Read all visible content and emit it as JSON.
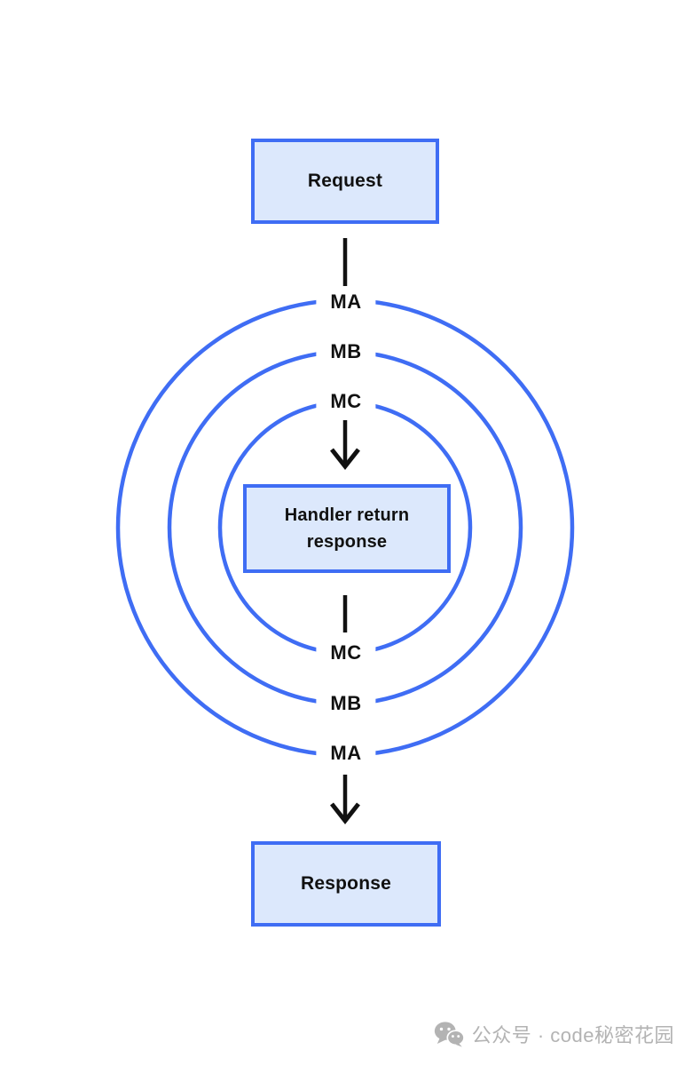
{
  "diagram": {
    "request": {
      "label": "Request"
    },
    "handler": {
      "label": "Handler return response"
    },
    "response": {
      "label": "Response"
    },
    "rings": {
      "top": [
        "MA",
        "MB",
        "MC"
      ],
      "bottom": [
        "MC",
        "MB",
        "MA"
      ]
    },
    "colors": {
      "ring_stroke": "#3f6df4",
      "box_border": "#3f6df4",
      "box_fill": "#dce8fc",
      "connector": "#111111"
    }
  },
  "watermark": {
    "text": "公众号 · code秘密花园",
    "icon": "wechat-icon",
    "color": "#b3b3b3"
  }
}
